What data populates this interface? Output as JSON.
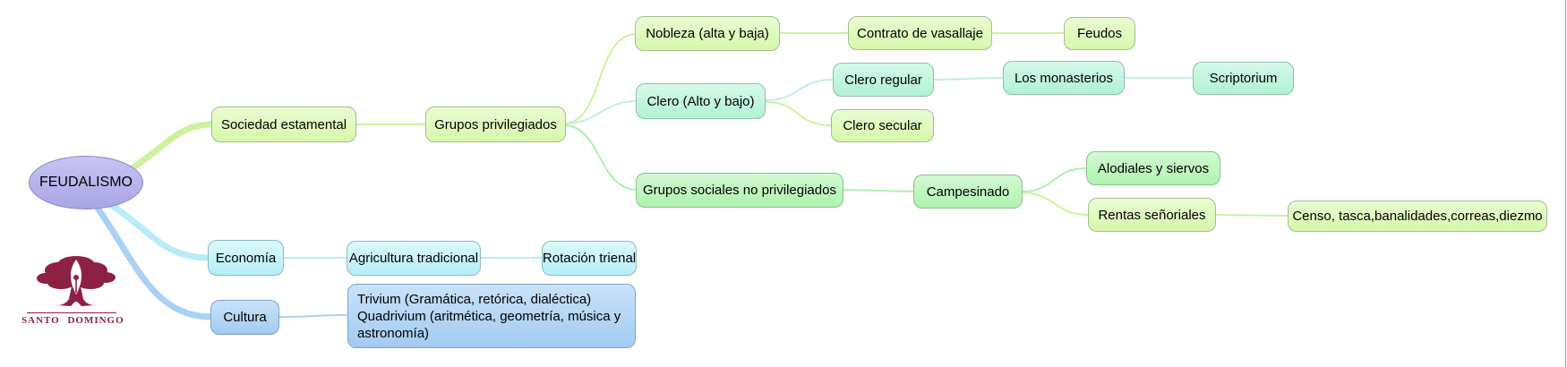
{
  "map": {
    "root": {
      "label": "FEUDALISMO",
      "color": "#b4b1ec"
    },
    "branches": [
      {
        "label": "Sociedad estamental",
        "color": "#dcf9b2",
        "children": [
          {
            "label": "Grupos privilegiados",
            "color": "#dcf9b2",
            "children": [
              {
                "label": "Nobleza (alta y baja)",
                "color": "#dcf9b2",
                "children": [
                  {
                    "label": "Contrato de vasallaje",
                    "color": "#dcf9b2",
                    "children": [
                      {
                        "label": "Feudos",
                        "color": "#dcf9b2",
                        "children": []
                      }
                    ]
                  }
                ]
              },
              {
                "label": "Clero (Alto y bajo)",
                "color": "#b9f4d9",
                "children": [
                  {
                    "label": "Clero regular",
                    "color": "#b9f4d9",
                    "children": [
                      {
                        "label": "Los monasterios",
                        "color": "#b9f4d9",
                        "children": [
                          {
                            "label": "Scriptorium",
                            "color": "#b9f4d9",
                            "children": []
                          }
                        ]
                      }
                    ]
                  },
                  {
                    "label": "Clero secular",
                    "color": "#dcf9b2",
                    "children": []
                  }
                ]
              },
              {
                "label": "Grupos sociales no privilegiados",
                "color": "#b7f6b7",
                "children": [
                  {
                    "label": "Campesinado",
                    "color": "#b7f6b7",
                    "children": [
                      {
                        "label": "Alodiales y siervos",
                        "color": "#b7f6b7",
                        "children": []
                      },
                      {
                        "label": "Rentas señoriales",
                        "color": "#dcf9b2",
                        "children": [
                          {
                            "label": "Censo, tasca,banalidades,correas,diezmo",
                            "color": "#dcf9b2",
                            "children": []
                          }
                        ]
                      }
                    ]
                  }
                ]
              }
            ]
          }
        ]
      },
      {
        "label": "Economía",
        "color": "#c3f2f9",
        "children": [
          {
            "label": "Agricultura tradicional",
            "color": "#c3f2f9",
            "children": [
              {
                "label": "Rotación trienal",
                "color": "#c3f2f9",
                "children": []
              }
            ]
          }
        ]
      },
      {
        "label": "Cultura",
        "color": "#aed2f4",
        "children": [
          {
            "label": "Trivium (Gramática, retórica, dialéctica)\nQuadrivium (aritmética, geometría, música y\nastronomía)",
            "color": "#aed2f4",
            "children": []
          }
        ]
      }
    ]
  },
  "logo": {
    "text": "SANTO DOMINGO",
    "color": "#8e2143",
    "icon": "tree-pen-nib"
  },
  "palette": {
    "root_fill": "#b4b1ec",
    "yellow_green_fill": "#dcf9b2",
    "mint_fill": "#b9f4d9",
    "green_fill": "#b7f6b7",
    "cyan_fill": "#c3f2f9",
    "blue_fill": "#aed2f4",
    "link_yellow_green": "#cdf29e",
    "link_mint": "#c0efe0",
    "link_green": "#aef0ae",
    "link_cyan": "#b7ecf8",
    "link_blue": "#a9d1f3",
    "logo_maroon": "#8e2143"
  }
}
